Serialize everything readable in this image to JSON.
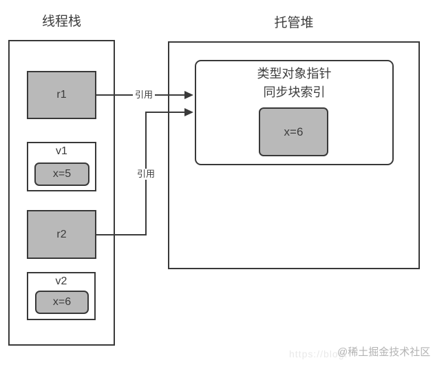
{
  "stack": {
    "title": "线程栈",
    "r1_label": "r1",
    "v1_label": "v1",
    "v1_value": "x=5",
    "r2_label": "r2",
    "v2_label": "v2",
    "v2_value": "x=6"
  },
  "heap": {
    "title": "托管堆",
    "object_line1": "类型对象指针",
    "object_line2": "同步块索引",
    "object_value": "x=6"
  },
  "arrows": {
    "ref1_label": "引用",
    "ref2_label": "引用"
  },
  "watermark": {
    "faint": "https://blog.",
    "main": "@稀土掘金技术社区"
  },
  "colors": {
    "line": "#3a3a3a",
    "gray_fill": "#b9b9b9",
    "background": "#ffffff"
  }
}
